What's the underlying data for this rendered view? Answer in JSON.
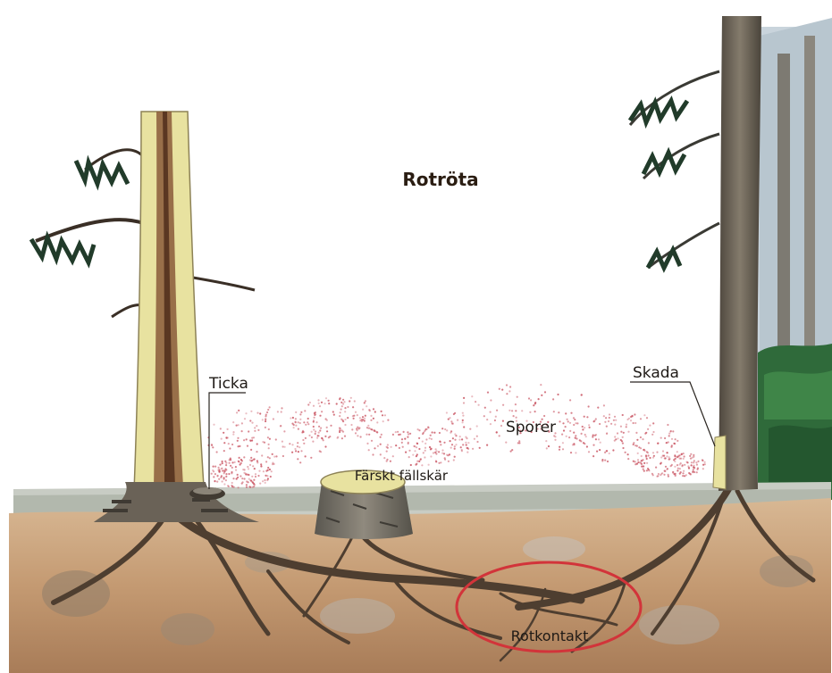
{
  "title": "Rotröta",
  "labels": {
    "ticka": "Ticka",
    "skada": "Skada",
    "sporer": "Sporer",
    "fallskar": "Färskt fällskär",
    "rotkontakt": "Rotkontakt"
  },
  "colors": {
    "spore_dots": "#c8505e",
    "rotkontakt_ring": "#d2343a",
    "soil": "#c49a72",
    "trunk_decay": "#e8e2a0",
    "bark": "#6d6659"
  }
}
